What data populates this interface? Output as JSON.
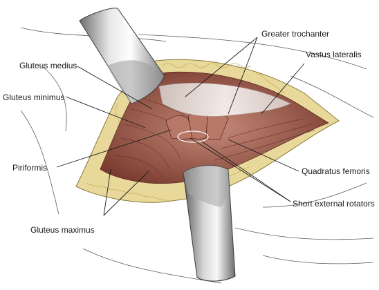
{
  "labels": {
    "greater_trochanter": "Greater trochanter",
    "vastus_lateralis": "Vastus lateralis",
    "gluteus_medius": "Gluteus medius",
    "gluteus_minimus": "Gluteus minimus",
    "piriformis": "Piriformis",
    "quadratus_femoris": "Quadratus femoris",
    "short_external_rotators": "Short external rotators",
    "gluteus_maximus": "Gluteus maximus"
  },
  "colors": {
    "fat": "#e8d89a",
    "muscle": "#9a5a48",
    "tendon": "#e9e6e3",
    "retractor": "#b8b8b8",
    "skin_line": "#555555"
  }
}
